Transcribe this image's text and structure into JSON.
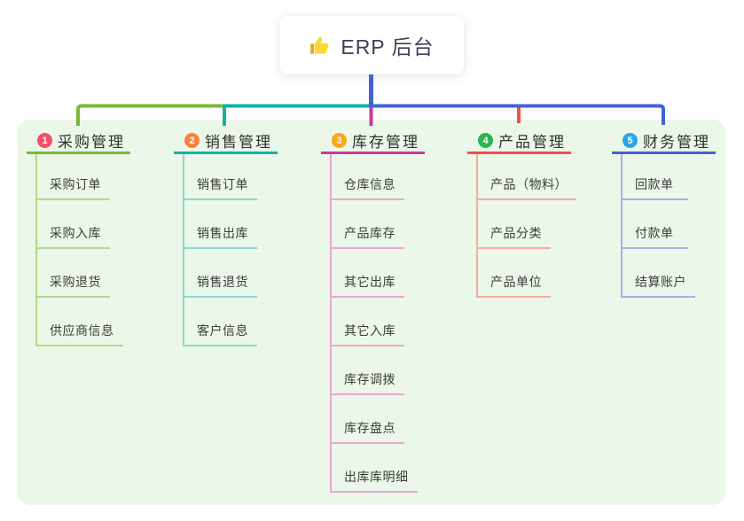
{
  "root": {
    "title": "ERP 后台",
    "icon": "thumbs-up-icon"
  },
  "background_color": "#ebf7e8",
  "connector_stem_color": "#4a5fd6",
  "branches": [
    {
      "badge": "1",
      "title": "采购管理",
      "color": "#7ab83a",
      "light_color": "#b5d98b",
      "badge_color": "#f4506a",
      "items": [
        "采购订单",
        "采购入库",
        "采购退货",
        "供应商信息"
      ]
    },
    {
      "badge": "2",
      "title": "销售管理",
      "color": "#12b3a6",
      "light_color": "#8bd8cf",
      "badge_color": "#f5823a",
      "items": [
        "销售订单",
        "销售出库",
        "销售退货",
        "客户信息"
      ]
    },
    {
      "badge": "3",
      "title": "库存管理",
      "color": "#cf36a0",
      "light_color": "#eda6d0",
      "badge_color": "#f9a61c",
      "items": [
        "仓库信息",
        "产品库存",
        "其它出库",
        "其它入库",
        "库存调拨",
        "库存盘点",
        "出库库明细"
      ]
    },
    {
      "badge": "4",
      "title": "产品管理",
      "color": "#f2504b",
      "light_color": "#f9aaa4",
      "badge_color": "#2db54e",
      "items": [
        "产品（物料）",
        "产品分类",
        "产品单位"
      ]
    },
    {
      "badge": "5",
      "title": "财务管理",
      "color": "#3f63d8",
      "light_color": "#a2b2e6",
      "badge_color": "#2ba6e8",
      "items": [
        "回款单",
        "付款单",
        "结算账户"
      ]
    }
  ]
}
